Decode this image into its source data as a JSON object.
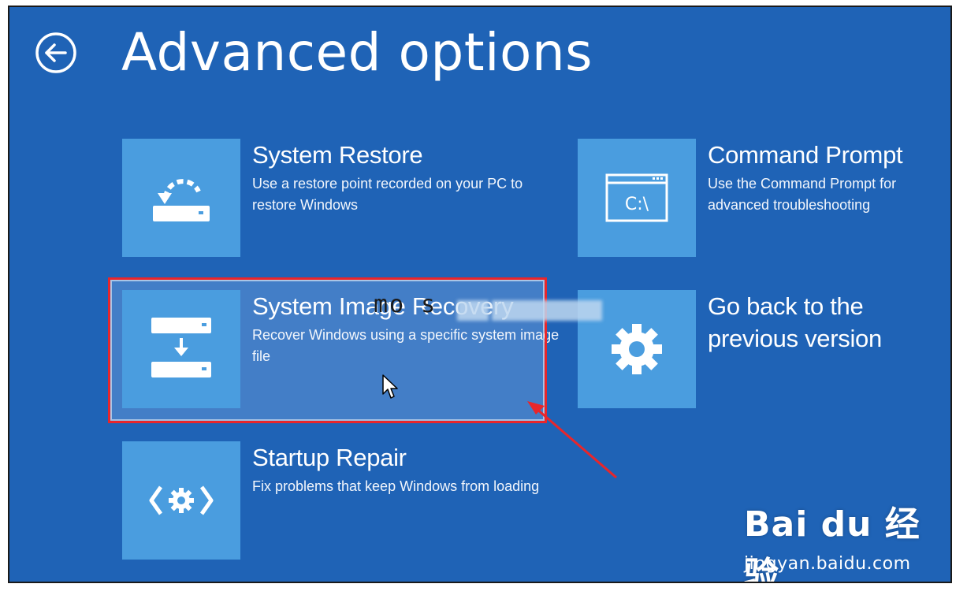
{
  "header": {
    "title": "Advanced options",
    "back_icon": "back-arrow-icon"
  },
  "options": [
    {
      "id": "system-restore",
      "title": "System Restore",
      "description": "Use a restore point recorded on your PC to restore Windows",
      "icon": "restore-icon"
    },
    {
      "id": "command-prompt",
      "title": "Command Prompt",
      "description": "Use the Command Prompt for advanced troubleshooting",
      "icon": "command-prompt-icon",
      "icon_text": "C:\\"
    },
    {
      "id": "system-image-recovery",
      "title": "System Image Recovery",
      "description": "Recover Windows using a specific system image file",
      "icon": "image-recovery-icon"
    },
    {
      "id": "go-back",
      "title": "Go back to the previous version",
      "description": "",
      "icon": "gear-icon"
    },
    {
      "id": "startup-repair",
      "title": "Startup Repair",
      "description": "Fix problems that keep Windows from loading",
      "icon": "startup-repair-icon"
    }
  ],
  "overlay": {
    "watermark_text": "mo s",
    "baidu_logo": "Bai du 经验",
    "baidu_url": "jingyan.baidu.com"
  },
  "colors": {
    "background": "#1f63b6",
    "tile": "#4a9ddf",
    "highlight_border": "#e8262b",
    "text": "#ffffff"
  }
}
